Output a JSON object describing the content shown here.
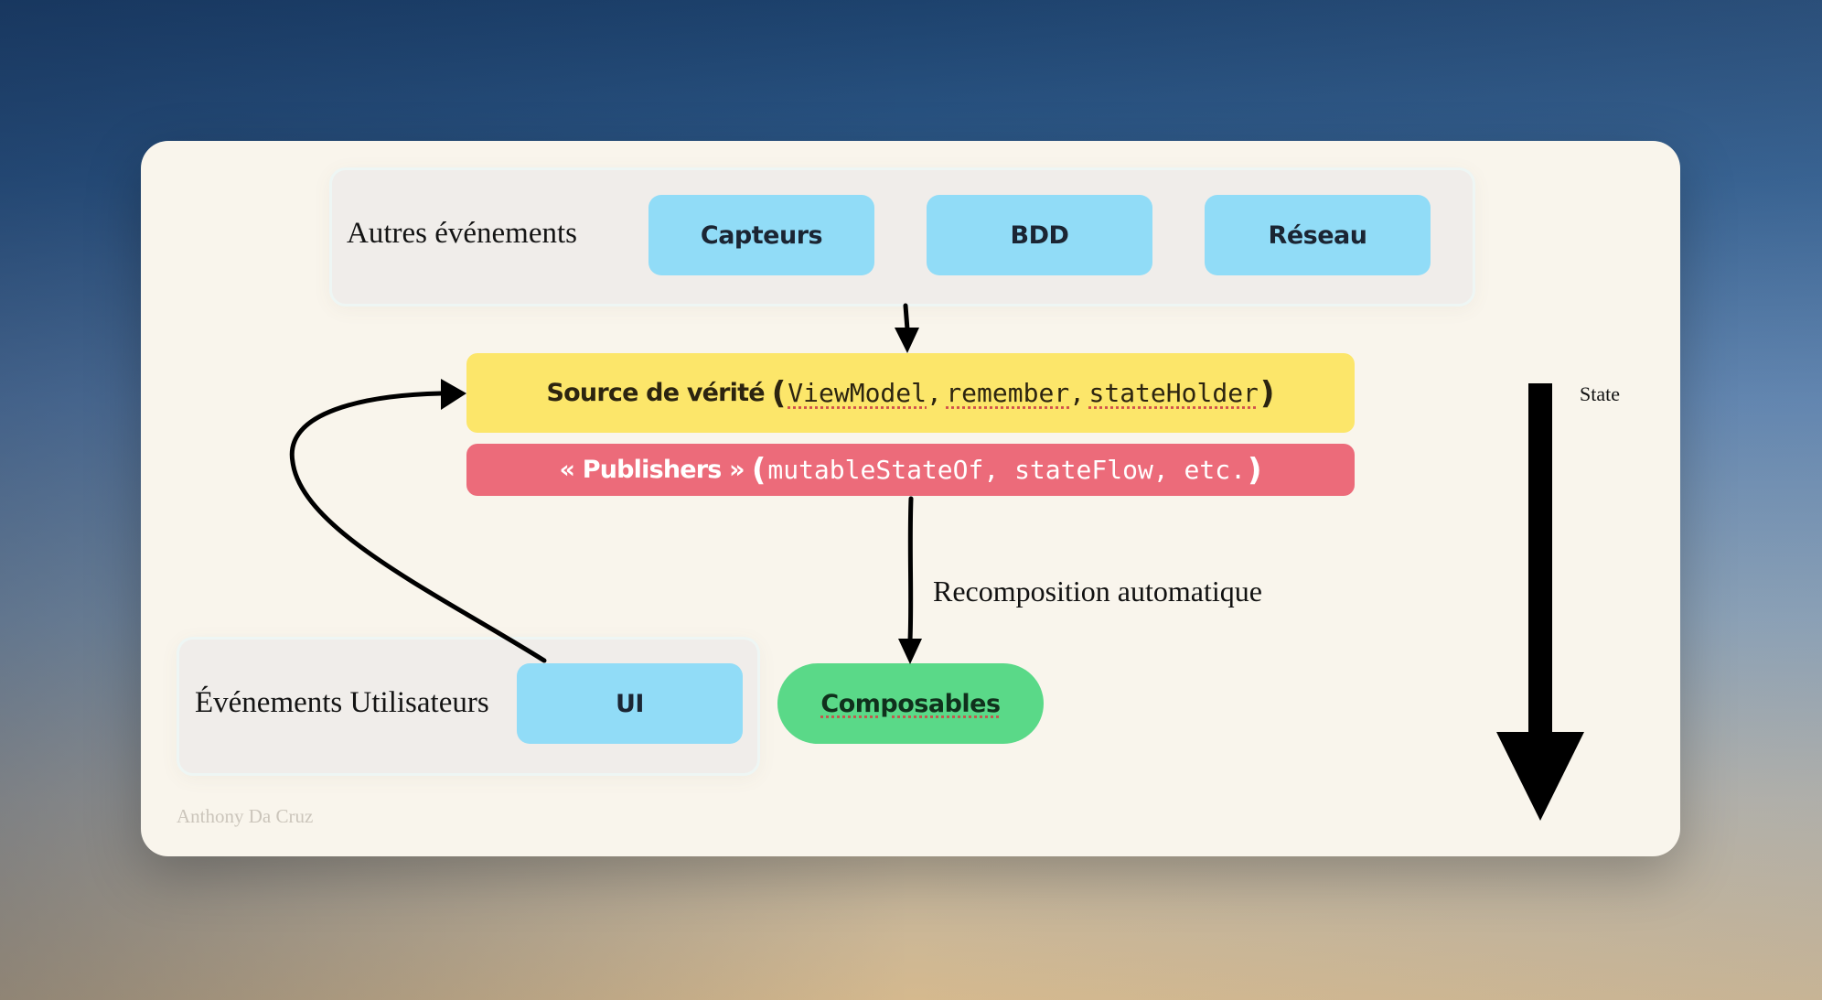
{
  "diagram": {
    "top_group": {
      "label": "Autres événements",
      "items": [
        "Capteurs",
        "BDD",
        "Réseau"
      ]
    },
    "source_of_truth": {
      "title": "Source de vérité",
      "open_paren": "(",
      "code_items": [
        "ViewModel",
        "remember",
        "stateHolder"
      ],
      "separator": ",",
      "close_paren": ")"
    },
    "publishers": {
      "title": "« Publishers »",
      "open_paren": "(",
      "code": "mutableStateOf, stateFlow, etc.",
      "close_paren": ")"
    },
    "recomposition_label": "Recomposition automatique",
    "user_group": {
      "label": "Événements Utilisateurs",
      "item": "UI"
    },
    "composables": "Composables",
    "state_arrow_label": "State",
    "author": "Anthony Da Cruz"
  },
  "colors": {
    "card": "#f9f5ec",
    "group": "#f0edea",
    "pill_blue": "#91dcf7",
    "yellow": "#fce66a",
    "red": "#ec6b7a",
    "green": "#5ad988"
  }
}
